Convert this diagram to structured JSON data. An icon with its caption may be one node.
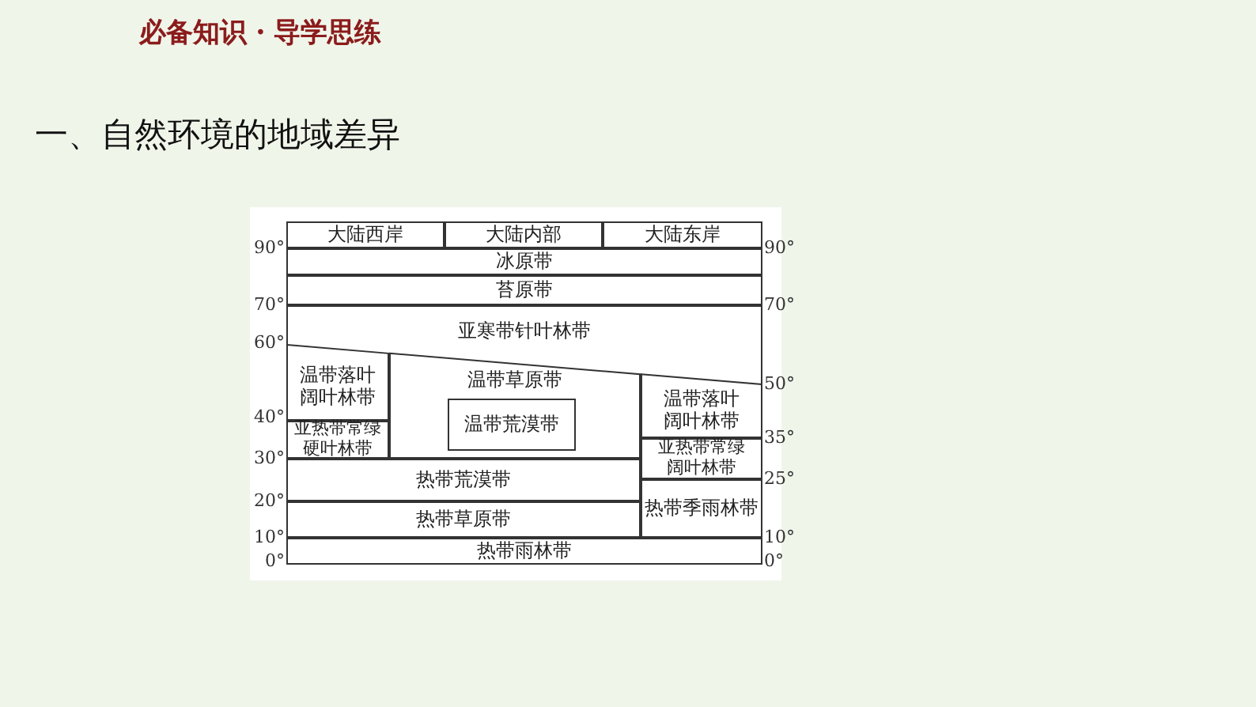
{
  "diagram": {
    "title": "一、自然环境的地域差异",
    "nodes": [
      {
        "text": [
          "大陆西岸"
        ]
      },
      {
        "text": [
          "大陆内部"
        ]
      },
      {
        "text": [
          "大陆东岸"
        ]
      },
      {
        "text": [
          "冰原带"
        ]
      },
      {
        "text": [
          "苔原带"
        ]
      },
      {
        "text": [
          "亚寒带针叶林带"
        ]
      },
      {
        "text": [
          "温带落叶阔叶林带"
        ]
      },
      {
        "text": [
          "温带草原带"
        ]
      },
      {
        "text": [
          "温带荒漠带"
        ],
        "in": 7
      },
      {
        "text": [
          "温带落叶阔叶林带"
        ]
      },
      {
        "text": [
          "亚热带常绿硬叶林带"
        ]
      },
      {
        "text": [
          "亚热带常绿阔叶林带"
        ]
      },
      {
        "text": [
          "热带荒漠带"
        ]
      },
      {
        "text": [
          "热带季雨林带"
        ]
      },
      {
        "text": [
          "热带草原带"
        ]
      },
      {
        "text": [
          "热带雨林带"
        ]
      }
    ],
    "labels": [
      "必备知识・导学思练",
      "90°",
      "90°",
      "70°",
      "70°",
      "60°",
      "50°",
      "40°",
      "35°",
      "30°",
      "25°",
      "20°",
      "10°",
      "10°",
      "0°",
      "0°"
    ]
  }
}
